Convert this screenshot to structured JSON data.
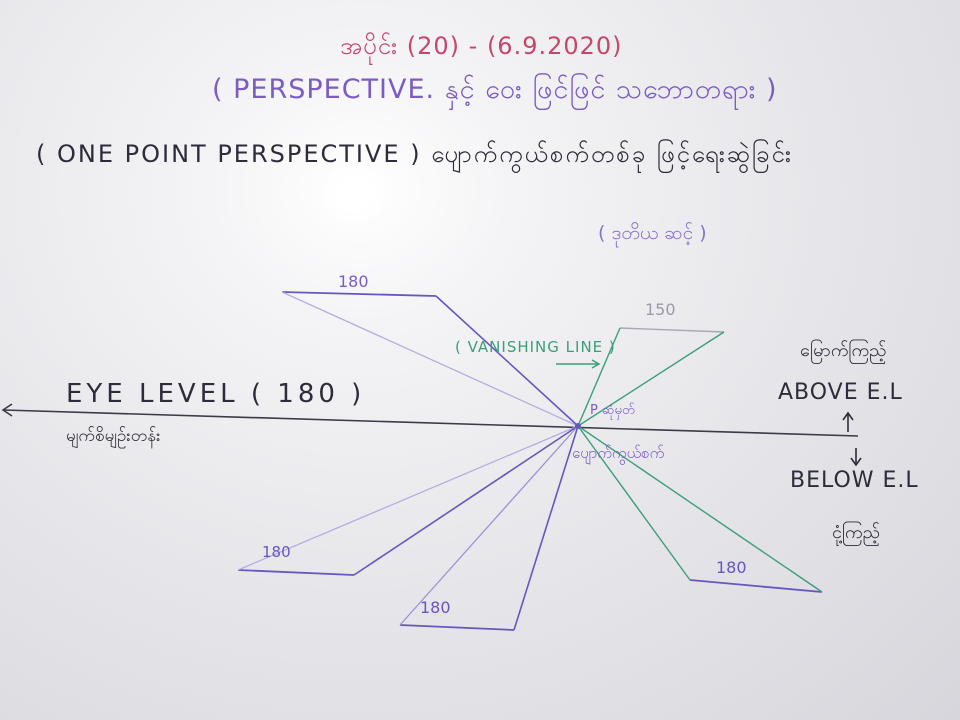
{
  "header": {
    "date_line": "အပိုင်း (20) - (6.9.2020)",
    "topic": "( PERSPECTIVE. နှင့် ဝေး ဖြင်ဖြင် သဘောတရား )",
    "subtitle": "( ONE POINT PERSPECTIVE ) ပျောက်ကွယ်စက်တစ်ခု ဖြင့်ရေးဆွဲခြင်း",
    "signature": "( ဒုတိယ ဆင့် )"
  },
  "diagram": {
    "vanishing_line_label": "( VANISHING LINE )",
    "eye_level_label": "EYE LEVEL ( 180 )",
    "eye_level_note": "မျက်စိမျဉ်းတန်း",
    "above_note": "မြောက်ကြည့်",
    "above_label": "ABOVE E.L",
    "below_label": "BELOW E.L",
    "below_note": "ငုံ့ကြည့်",
    "vp_label_top": "P ဆုံမှတ်",
    "vp_label_bottom": "ပျောက်ကွယ်စက်",
    "measure_labels": {
      "top_left": "180",
      "top_right": "150",
      "bottom_left": "180",
      "bottom_mid": "180",
      "bottom_right": "180"
    }
  },
  "colors": {
    "purple_ink": "#6a54c0",
    "light_purple_ink": "#9d90d8",
    "green_ink": "#3c9e7a",
    "black_ink": "#2c2c3a",
    "pink_ink": "#c4486b"
  }
}
